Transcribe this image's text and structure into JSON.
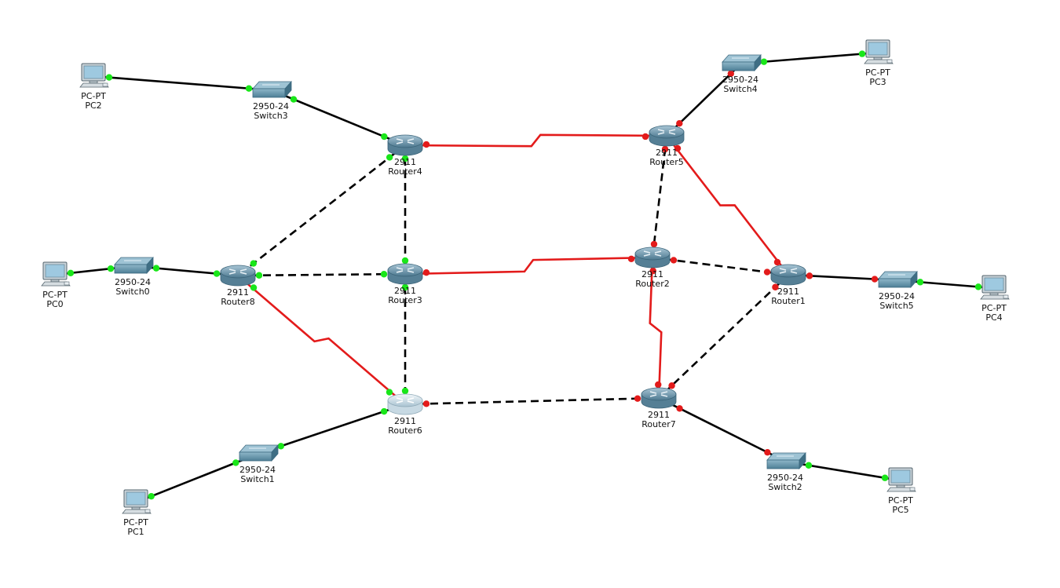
{
  "colors": {
    "ethernet": "#000000",
    "serial": "#e31b1b",
    "port_up": "#19e619",
    "port_down": "#e31b1b",
    "router_body": "#6f97ad",
    "switch_body": "#5f90a6"
  },
  "devices": [
    {
      "id": "PC0",
      "kind": "pc",
      "model": "PC-PT",
      "name": "PC0"
    },
    {
      "id": "PC1",
      "kind": "pc",
      "model": "PC-PT",
      "name": "PC1"
    },
    {
      "id": "PC2",
      "kind": "pc",
      "model": "PC-PT",
      "name": "PC2"
    },
    {
      "id": "PC3",
      "kind": "pc",
      "model": "PC-PT",
      "name": "PC3"
    },
    {
      "id": "PC4",
      "kind": "pc",
      "model": "PC-PT",
      "name": "PC4"
    },
    {
      "id": "PC5",
      "kind": "pc",
      "model": "PC-PT",
      "name": "PC5"
    },
    {
      "id": "Switch0",
      "kind": "switch",
      "model": "2950-24",
      "name": "Switch0"
    },
    {
      "id": "Switch1",
      "kind": "switch",
      "model": "2950-24",
      "name": "Switch1"
    },
    {
      "id": "Switch2",
      "kind": "switch",
      "model": "2950-24",
      "name": "Switch2"
    },
    {
      "id": "Switch3",
      "kind": "switch",
      "model": "2950-24",
      "name": "Switch3"
    },
    {
      "id": "Switch4",
      "kind": "switch",
      "model": "2950-24",
      "name": "Switch4"
    },
    {
      "id": "Switch5",
      "kind": "switch",
      "model": "2950-24",
      "name": "Switch5"
    },
    {
      "id": "Router1",
      "kind": "router",
      "model": "2911",
      "name": "Router1"
    },
    {
      "id": "Router2",
      "kind": "router",
      "model": "2911",
      "name": "Router2"
    },
    {
      "id": "Router3",
      "kind": "router",
      "model": "2911",
      "name": "Router3"
    },
    {
      "id": "Router4",
      "kind": "router",
      "model": "2911",
      "name": "Router4"
    },
    {
      "id": "Router5",
      "kind": "router",
      "model": "2911",
      "name": "Router5"
    },
    {
      "id": "Router6",
      "kind": "router",
      "model": "2911",
      "name": "Router6",
      "selected": true
    },
    {
      "id": "Router7",
      "kind": "router",
      "model": "2911",
      "name": "Router7"
    },
    {
      "id": "Router8",
      "kind": "router",
      "model": "2911",
      "name": "Router8"
    }
  ],
  "links": [
    {
      "a": "PC2",
      "b": "Switch3",
      "type": "straight",
      "a_state": "up",
      "b_state": "up"
    },
    {
      "a": "Switch3",
      "b": "Router4",
      "type": "straight",
      "a_state": "up",
      "b_state": "up"
    },
    {
      "a": "Switch4",
      "b": "PC3",
      "type": "straight",
      "a_state": "up",
      "b_state": "up"
    },
    {
      "a": "Switch4",
      "b": "Router5",
      "type": "straight",
      "a_state": "down",
      "b_state": "down"
    },
    {
      "a": "PC0",
      "b": "Switch0",
      "type": "straight",
      "a_state": "up",
      "b_state": "up"
    },
    {
      "a": "Switch0",
      "b": "Router8",
      "type": "straight",
      "a_state": "up",
      "b_state": "up"
    },
    {
      "a": "Router1",
      "b": "Switch5",
      "type": "straight",
      "a_state": "down",
      "b_state": "down"
    },
    {
      "a": "Switch5",
      "b": "PC4",
      "type": "straight",
      "a_state": "up",
      "b_state": "up"
    },
    {
      "a": "Router6",
      "b": "Switch1",
      "type": "straight",
      "a_state": "up",
      "b_state": "up"
    },
    {
      "a": "Switch1",
      "b": "PC1",
      "type": "straight",
      "a_state": "up",
      "b_state": "up"
    },
    {
      "a": "Router7",
      "b": "Switch2",
      "type": "straight",
      "a_state": "down",
      "b_state": "down"
    },
    {
      "a": "Switch2",
      "b": "PC5",
      "type": "straight",
      "a_state": "up",
      "b_state": "up"
    },
    {
      "a": "Router4",
      "b": "Router5",
      "type": "serial",
      "a_state": "down",
      "b_state": "down"
    },
    {
      "a": "Router3",
      "b": "Router2",
      "type": "serial",
      "a_state": "down",
      "b_state": "down"
    },
    {
      "a": "Router5",
      "b": "Router1",
      "type": "serial",
      "a_state": "down",
      "b_state": "down"
    },
    {
      "a": "Router8",
      "b": "Router6",
      "type": "serial",
      "a_state": "up",
      "b_state": "up"
    },
    {
      "a": "Router2",
      "b": "Router7",
      "type": "serial",
      "a_state": "down",
      "b_state": "down"
    },
    {
      "a": "Router4",
      "b": "Router8",
      "type": "crossover",
      "a_state": "up",
      "b_state": "up"
    },
    {
      "a": "Router4",
      "b": "Router3",
      "type": "crossover",
      "a_state": "up",
      "b_state": "up"
    },
    {
      "a": "Router8",
      "b": "Router3",
      "type": "crossover",
      "a_state": "up",
      "b_state": "up"
    },
    {
      "a": "Router3",
      "b": "Router6",
      "type": "crossover",
      "a_state": "up",
      "b_state": "up"
    },
    {
      "a": "Router6",
      "b": "Router7",
      "type": "crossover",
      "a_state": "down",
      "b_state": "down"
    },
    {
      "a": "Router5",
      "b": "Router2",
      "type": "crossover",
      "a_state": "down",
      "b_state": "down"
    },
    {
      "a": "Router2",
      "b": "Router1",
      "type": "crossover",
      "a_state": "down",
      "b_state": "down"
    },
    {
      "a": "Router1",
      "b": "Router7",
      "type": "crossover",
      "a_state": "down",
      "b_state": "down"
    }
  ]
}
